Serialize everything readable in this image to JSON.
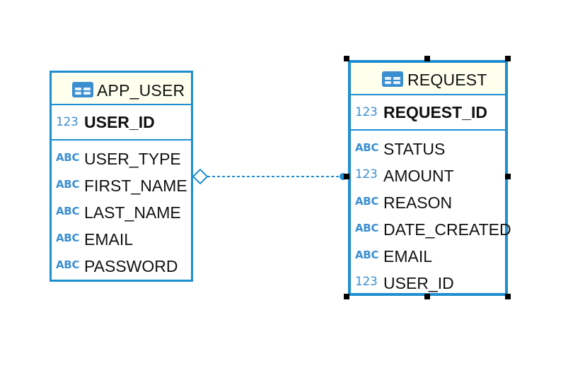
{
  "colors": {
    "border": "#1d8ed0",
    "header_bg": "#ffffee",
    "type_tag": "#3b8fd1"
  },
  "entities": {
    "app_user": {
      "name": "APP_USER",
      "pk": {
        "type": "123",
        "name": "USER_ID"
      },
      "columns": [
        {
          "type": "ABC",
          "name": "USER_TYPE"
        },
        {
          "type": "ABC",
          "name": "FIRST_NAME"
        },
        {
          "type": "ABC",
          "name": "LAST_NAME"
        },
        {
          "type": "ABC",
          "name": "EMAIL"
        },
        {
          "type": "ABC",
          "name": "PASSWORD"
        }
      ]
    },
    "request": {
      "name": "REQUEST",
      "pk": {
        "type": "123",
        "name": "REQUEST_ID"
      },
      "columns": [
        {
          "type": "ABC",
          "name": "STATUS"
        },
        {
          "type": "123",
          "name": "AMOUNT"
        },
        {
          "type": "ABC",
          "name": "REASON"
        },
        {
          "type": "ABC",
          "name": "DATE_CREATED"
        },
        {
          "type": "ABC",
          "name": "EMAIL"
        },
        {
          "type": "123",
          "name": "USER_ID"
        }
      ]
    }
  },
  "relationship": {
    "from": "APP_USER",
    "to": "REQUEST",
    "line_style": "dashed",
    "from_end": "diamond",
    "to_end": "dot"
  },
  "selection": {
    "selected_entity": "REQUEST"
  },
  "icons": {
    "table": "table-icon"
  }
}
